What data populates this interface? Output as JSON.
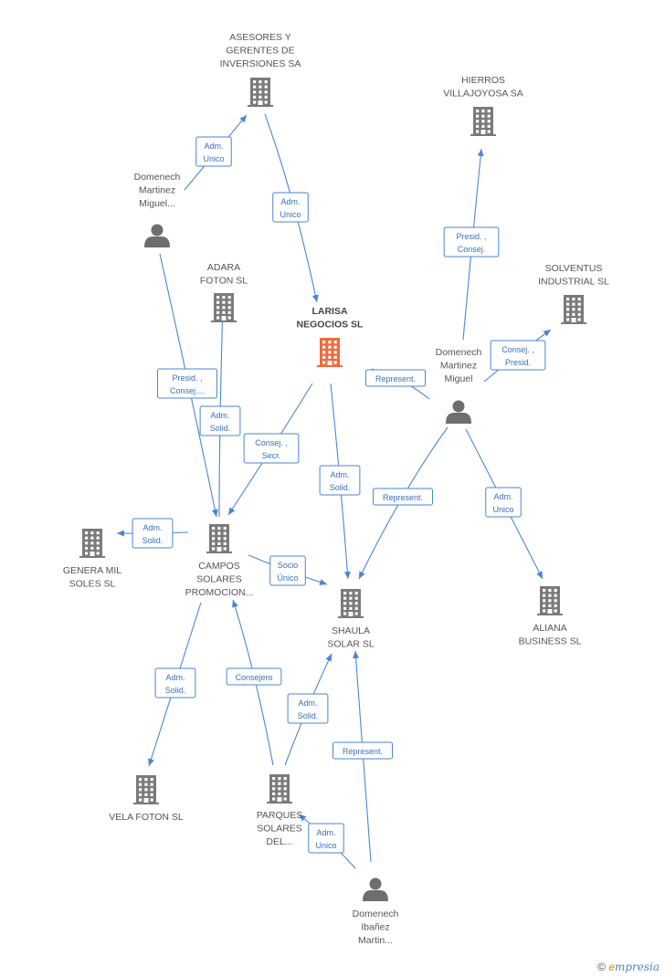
{
  "colors": {
    "company": "#7a7a7a",
    "focus": "#ee6b3b",
    "person": "#6e6e6e",
    "edge": "#4a86d6"
  },
  "nodes": [
    {
      "id": "asesores",
      "type": "company",
      "lines": [
        "ASESORES Y",
        "GERENTES DE",
        "INVERSIONES SA"
      ]
    },
    {
      "id": "hierros",
      "type": "company",
      "lines": [
        "HIERROS",
        "VILLAJOYOSA SA"
      ]
    },
    {
      "id": "dm_miguel_left",
      "type": "person",
      "lines": [
        "Domenech",
        "Martinez",
        "Miguel..."
      ]
    },
    {
      "id": "adara",
      "type": "company",
      "lines": [
        "ADARA",
        "FOTON SL"
      ]
    },
    {
      "id": "larisa",
      "type": "focus",
      "lines": [
        "LARISA",
        "NEGOCIOS SL"
      ]
    },
    {
      "id": "solventus",
      "type": "company",
      "lines": [
        "SOLVENTUS",
        "INDUSTRIAL SL"
      ]
    },
    {
      "id": "dm_miguel_right",
      "type": "person",
      "lines": [
        "Domenech",
        "Martinez",
        "Miguel"
      ]
    },
    {
      "id": "genera",
      "type": "company",
      "lines": [
        "GENERA MIL",
        "SOLES SL"
      ]
    },
    {
      "id": "campos",
      "type": "company",
      "lines": [
        "CAMPOS",
        "SOLARES",
        "PROMOCION..."
      ]
    },
    {
      "id": "shaula",
      "type": "company",
      "lines": [
        "SHAULA",
        "SOLAR SL"
      ]
    },
    {
      "id": "aliana",
      "type": "company",
      "lines": [
        "ALIANA",
        "BUSINESS SL"
      ]
    },
    {
      "id": "vela",
      "type": "company",
      "lines": [
        "VELA FOTON SL"
      ]
    },
    {
      "id": "parques",
      "type": "company",
      "lines": [
        "PARQUES",
        "SOLARES",
        "DEL..."
      ]
    },
    {
      "id": "di_martin",
      "type": "person",
      "lines": [
        "Domenech",
        "Ibañez",
        "Martin..."
      ]
    }
  ],
  "edges": [
    {
      "id": "e1",
      "lines": [
        "Adm.",
        "Unico"
      ]
    },
    {
      "id": "e2",
      "lines": [
        "Adm.",
        "Unico"
      ]
    },
    {
      "id": "e3",
      "lines": [
        "Presid. ,",
        "Consej."
      ]
    },
    {
      "id": "e4",
      "lines": [
        "Presid. ,",
        "Consej...."
      ]
    },
    {
      "id": "e5",
      "lines": [
        "Adm.",
        "Solid."
      ]
    },
    {
      "id": "e6",
      "lines": [
        "Consej. ,",
        "Presid."
      ]
    },
    {
      "id": "e7",
      "lines": [
        "Represent."
      ]
    },
    {
      "id": "e8",
      "lines": [
        "Consej. ,",
        "Secr."
      ]
    },
    {
      "id": "e9",
      "lines": [
        "Adm.",
        "Solid."
      ]
    },
    {
      "id": "e10",
      "lines": [
        "Adm.",
        "Solid."
      ]
    },
    {
      "id": "e11",
      "lines": [
        "Represent."
      ]
    },
    {
      "id": "e12",
      "lines": [
        "Adm.",
        "Unico"
      ]
    },
    {
      "id": "e13",
      "lines": [
        "Socio",
        "Único"
      ]
    },
    {
      "id": "e14",
      "lines": [
        "Adm.",
        "Solid."
      ]
    },
    {
      "id": "e15",
      "lines": [
        "Consejero"
      ]
    },
    {
      "id": "e16",
      "lines": [
        "Adm.",
        "Solid."
      ]
    },
    {
      "id": "e17",
      "lines": [
        "Represent."
      ]
    },
    {
      "id": "e18",
      "lines": [
        "Adm.",
        "Unico"
      ]
    }
  ],
  "footer": {
    "copyright_symbol": "©",
    "brand_initial": "e",
    "brand_rest": "mpresia"
  }
}
